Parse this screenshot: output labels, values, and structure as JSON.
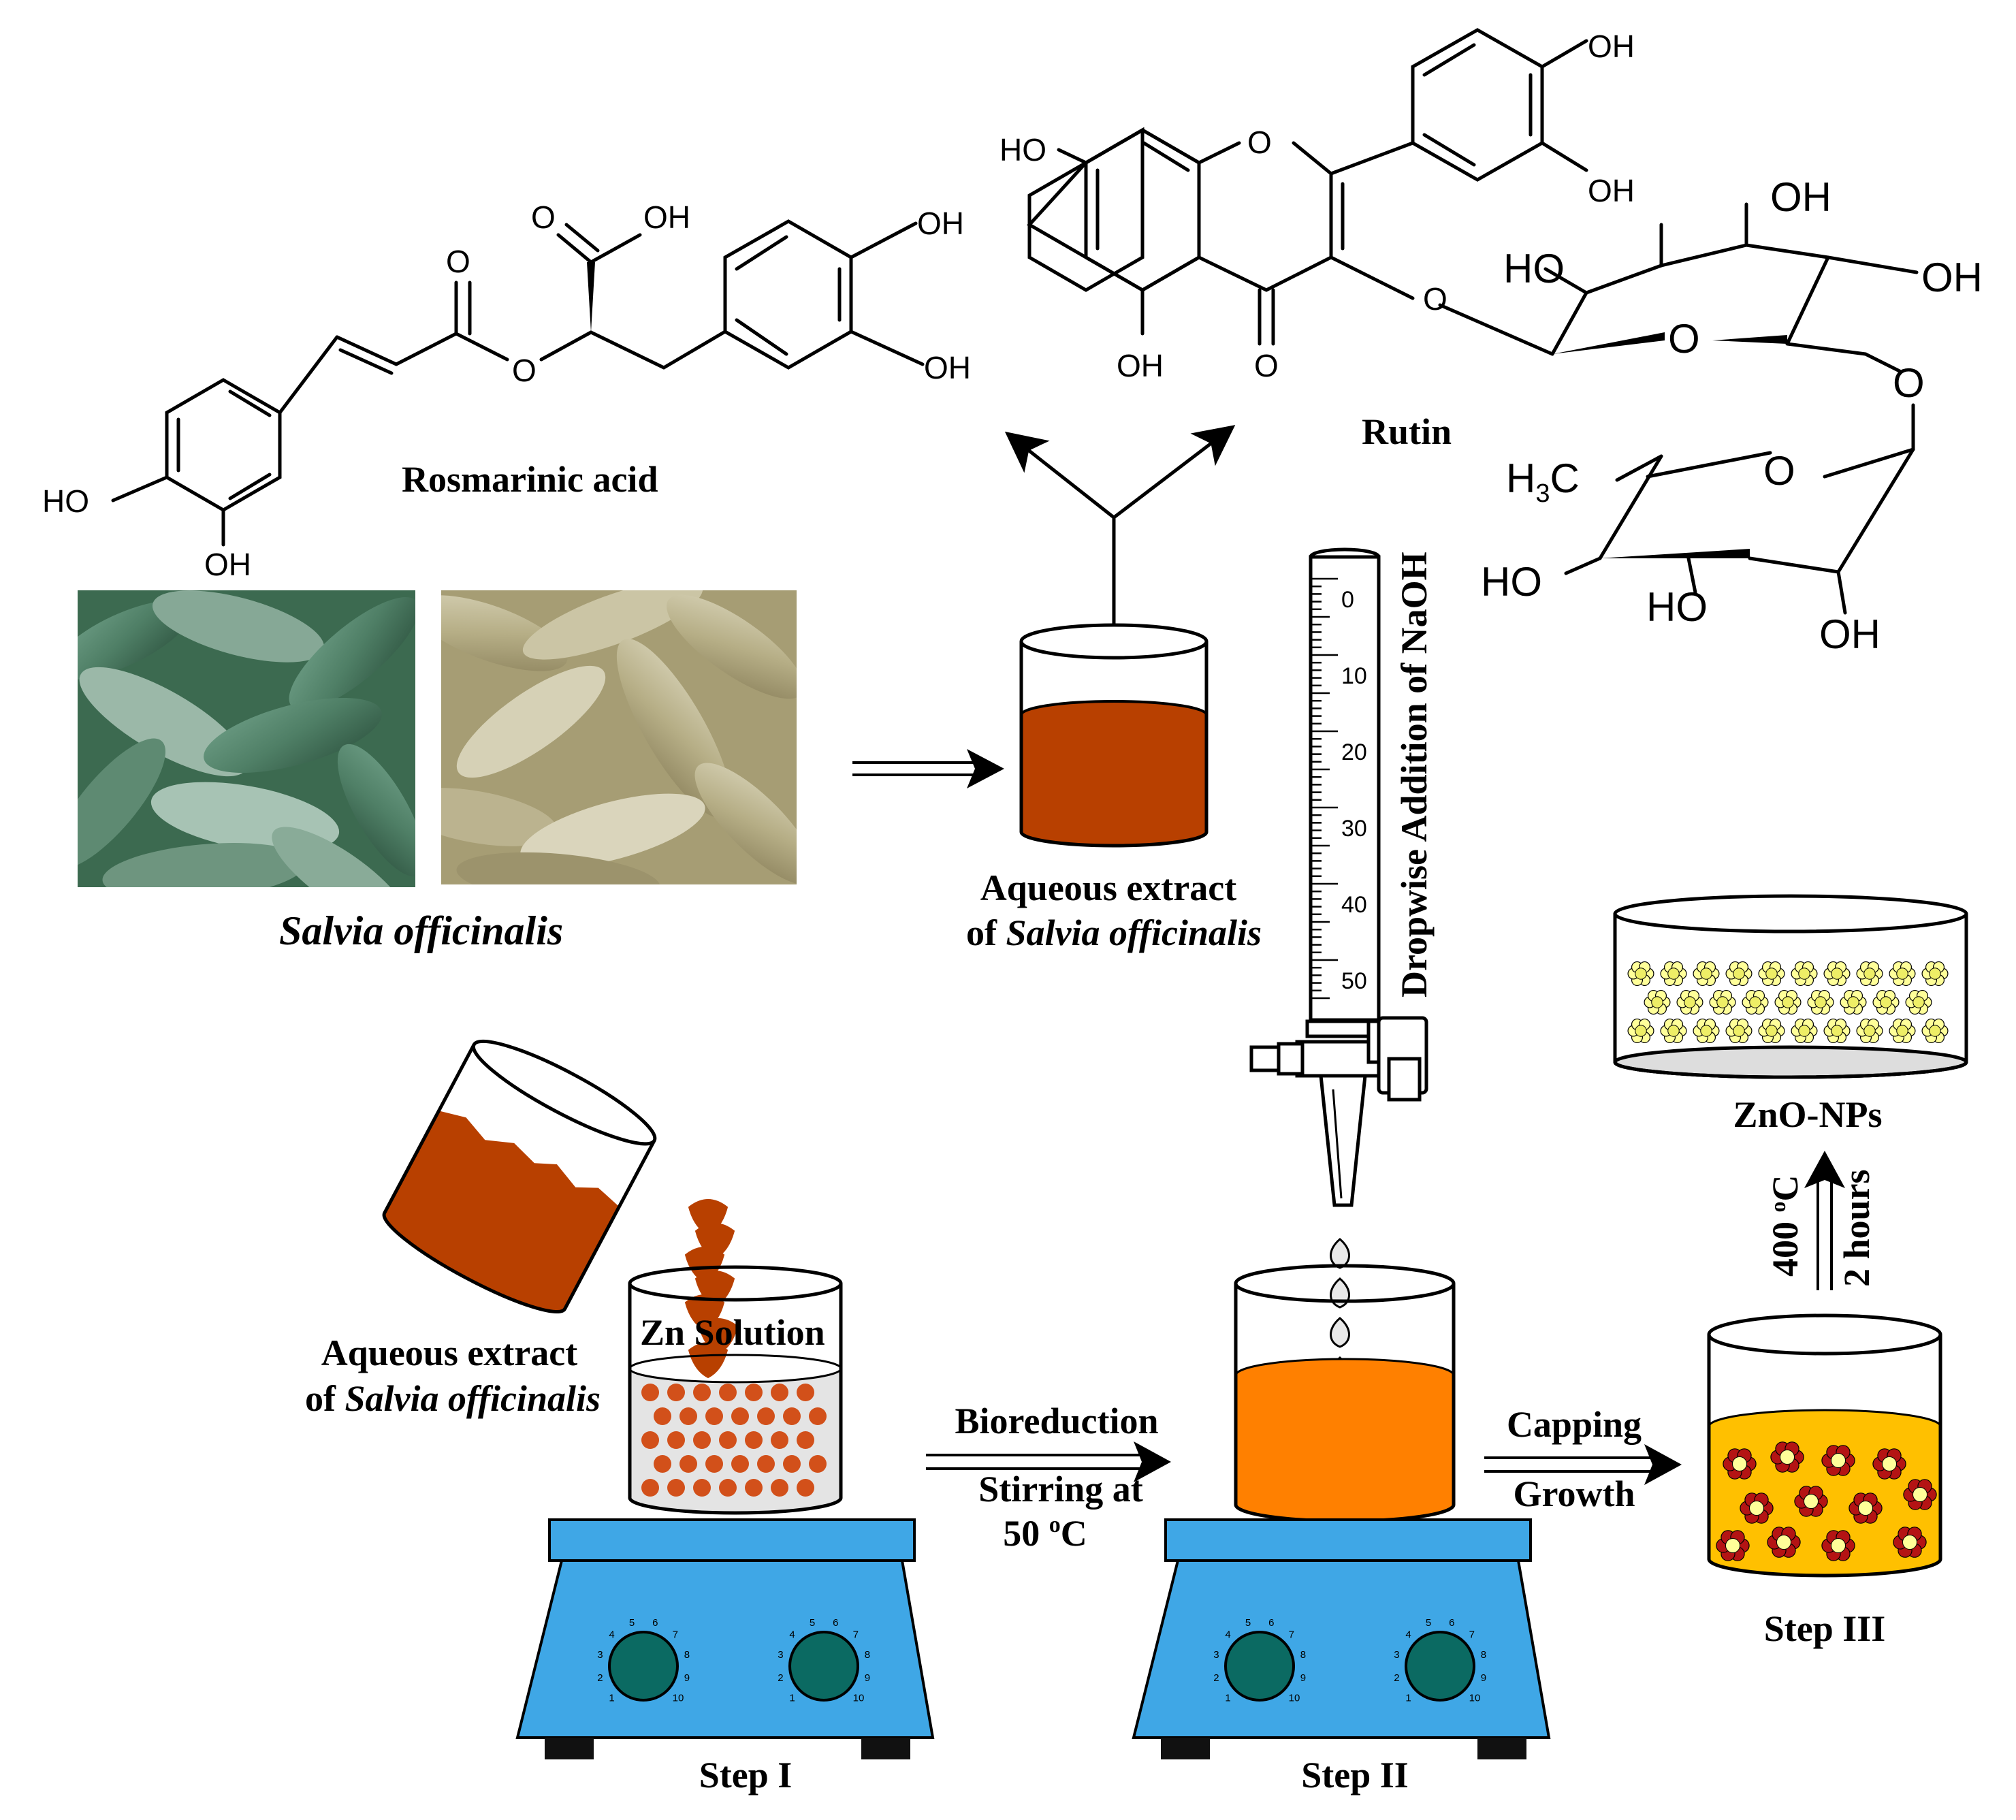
{
  "molecules": {
    "rosmarinic": {
      "name": "Rosmarinic acid",
      "atoms": {
        "oh_acid": "OH",
        "o_carbonyl_acid": "O",
        "o_ester_carbonyl": "O",
        "o_ester": "O",
        "oh_ring_r1": "OH",
        "oh_ring_r2": "OH",
        "ho_ring_l": "HO",
        "oh_ring_l": "OH"
      }
    },
    "rutin": {
      "name": "Rutin",
      "atoms": {
        "ho_a": "HO",
        "o_ring": "O",
        "oh_b1": "OH",
        "oh_b2": "OH",
        "o_keto": "O",
        "oh_a5": "OH",
        "o_link": "O",
        "oh_s1": "OH",
        "ho_s1": "HO",
        "oh_s2": "OH",
        "o_s_ring": "O",
        "o_glyc": "O",
        "h3c": "H",
        "h3c_sub": "3",
        "h3c_c": "C",
        "o_rha": "O",
        "ho_r1": "HO",
        "ho_r2": "HO",
        "oh_r3": "OH"
      }
    }
  },
  "plant": {
    "label": "Salvia officinalis"
  },
  "extract": {
    "line1": "Aqueous extract",
    "line2_prefix": "of ",
    "line2_italic": "Salvia officinalis"
  },
  "burette": {
    "label": "Dropwise Addition of NaOH",
    "ticks": [
      "0",
      "10",
      "20",
      "30",
      "40",
      "50"
    ]
  },
  "step1": {
    "beaker_label": "Zn Solution",
    "pour_line1": "Aqueous extract",
    "pour_line2_prefix": "of ",
    "pour_line2_italic": "Salvia officinalis",
    "label": "Step I"
  },
  "arrow1": {
    "top": "Bioreduction",
    "bottom1": "Stirring at",
    "bottom2_num": "50 ",
    "bottom2_sup": "o",
    "bottom2_unit": "C"
  },
  "step2": {
    "label": "Step II"
  },
  "arrow2": {
    "top": "Capping",
    "bottom": "Growth"
  },
  "step3": {
    "label": "Step III"
  },
  "arrow3": {
    "temp_num": "400 ",
    "temp_sup": "o",
    "temp_unit": "C",
    "time": "2 hours"
  },
  "product": {
    "label": "ZnO-NPs"
  },
  "dial_numbers": [
    "1",
    "2",
    "3",
    "4",
    "5",
    "6",
    "7",
    "8",
    "9",
    "10"
  ],
  "colors": {
    "extract_brown": "#B84000",
    "zn_particle": "#D2501A",
    "step2_orange": "#FF8000",
    "step3_yellow": "#FFC000",
    "stirrer_blue": "#3FA7E6",
    "knob_teal": "#0B6A62",
    "np_red": "#B41414",
    "np_yellow": "#FFFF99"
  }
}
